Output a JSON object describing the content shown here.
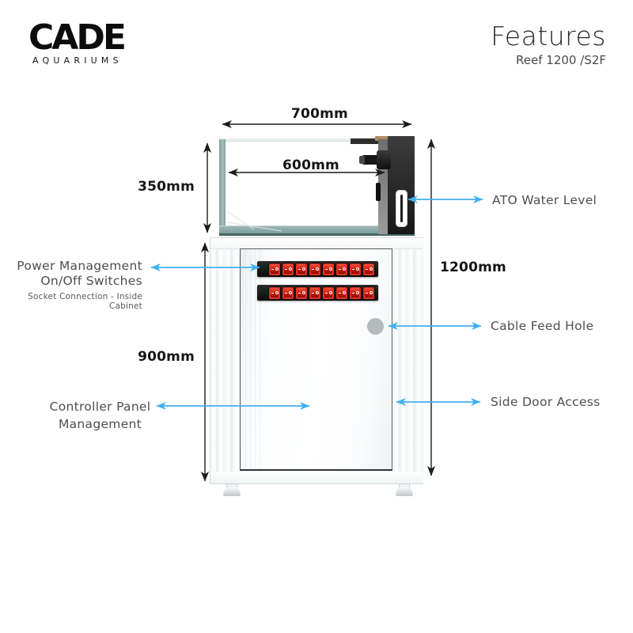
{
  "header": {
    "logo_main": "CADE",
    "logo_sub": "AQUARIUMS",
    "title": "Features",
    "subtitle": "Reef 1200 /S2F"
  },
  "dimensions": {
    "tank_width": "700mm",
    "display_width": "600mm",
    "tank_height": "350mm",
    "cabinet_height": "900mm",
    "total_height": "1200mm"
  },
  "callouts": {
    "ato_water_level": "ATO Water Level",
    "power_line1": "Power Management",
    "power_line2": "On/Off Switches",
    "power_note": "Socket Connection - Inside Cabinet",
    "cable_feed_hole": "Cable Feed Hole",
    "side_door_access": "Side Door Access",
    "controller_line1": "Controller Panel",
    "controller_line2": "Management"
  },
  "power_strips": {
    "rows": 2,
    "switches_per_row": 8
  },
  "colors": {
    "accent_arrow": "#41b1f1",
    "dimension_arrow": "#1c1c1c",
    "switch_red": "#e03224",
    "strip_black": "#141414",
    "glass_teal": "#7da19e",
    "label_text": "#4e4e4e"
  }
}
